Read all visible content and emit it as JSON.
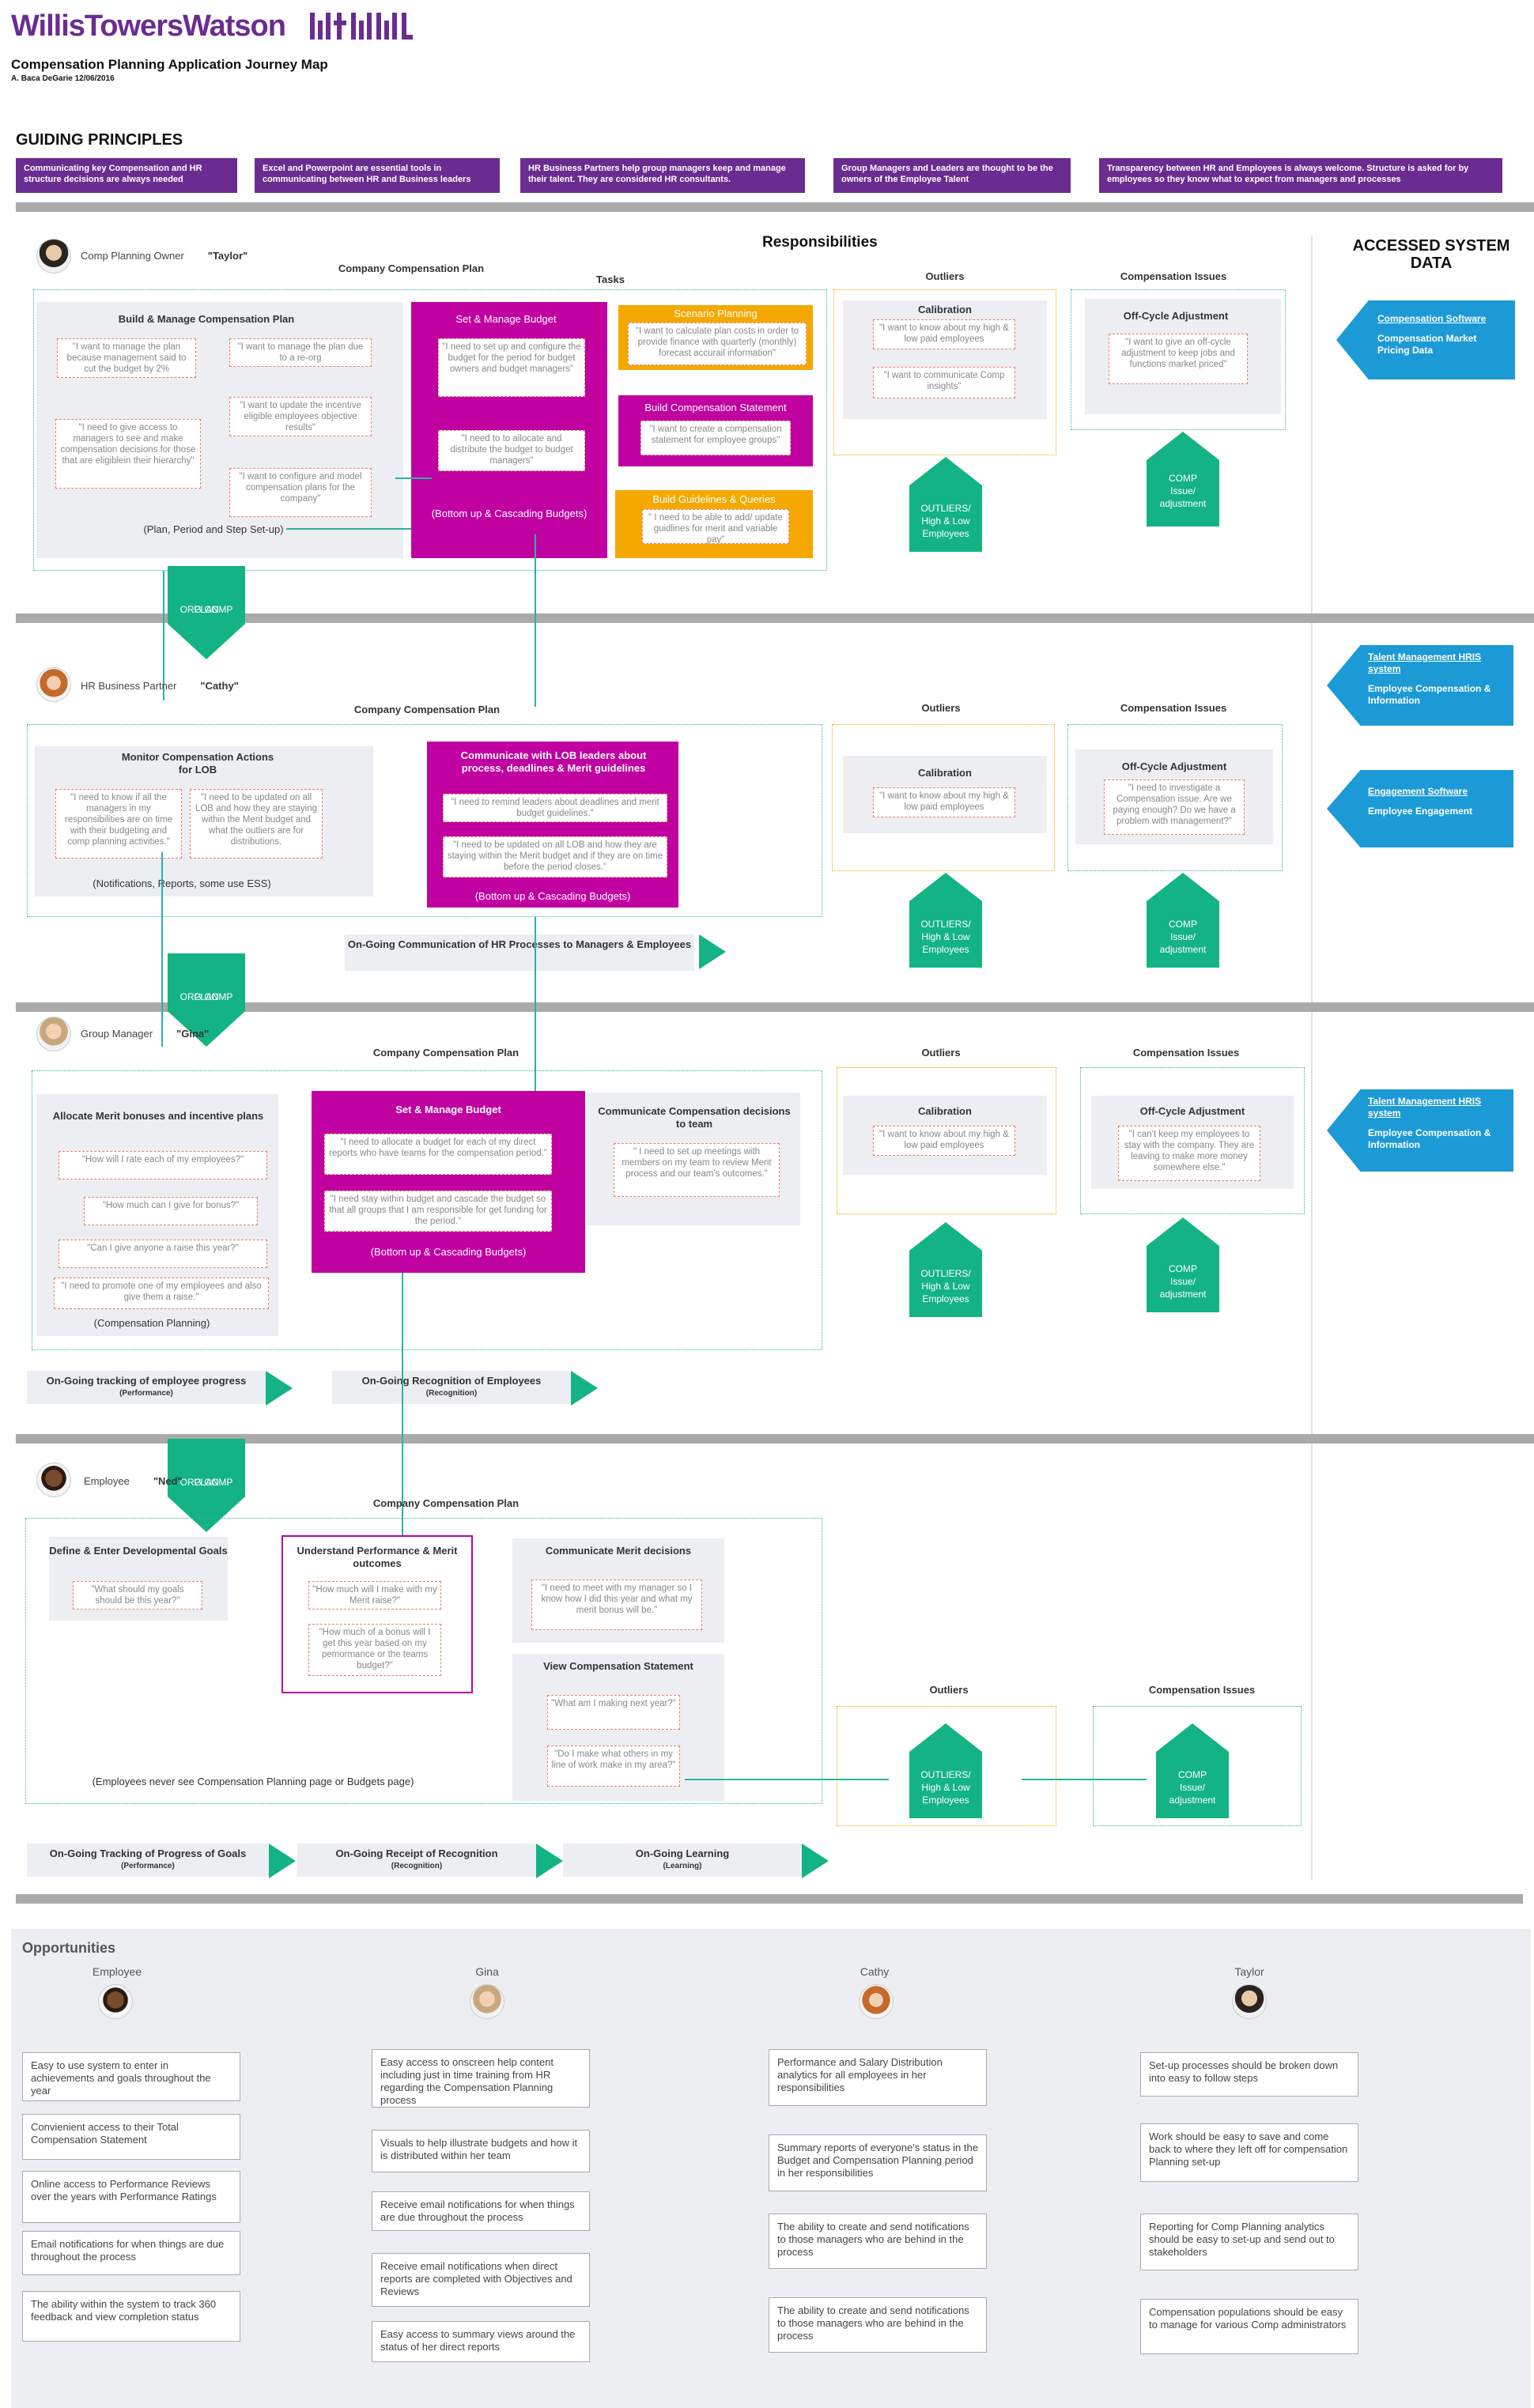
{
  "header": {
    "logo": "WillisTowersWatson",
    "title": "Compensation Planning Application Journey Map",
    "author": "A. Baca DeGarie 12/06/2016"
  },
  "guiding": {
    "title": "GUIDING PRINCIPLES",
    "items": [
      "Communicating key Compensation and HR structure decisions are always needed",
      "Excel and Powerpoint are essential tools in communicating between HR and Business leaders",
      "HR Business Partners help group managers keep and manage their talent. They are considered HR consultants.",
      "Group Managers and Leaders are thought to be the owners of the Employee Talent",
      "Transparency between HR and Employees is always welcome. Structure is asked for by employees so they know what to expect from managers and processes"
    ]
  },
  "labels": {
    "responsibilities": "Responsibilities",
    "accessed": "ACCESSED SYSTEM DATA",
    "company_plan": "Company Compensation Plan",
    "tasks": "Tasks",
    "outliers": "Outliers",
    "comp_issues": "Compensation Issues",
    "calibration": "Calibration",
    "off_cycle": "Off-Cycle Adjustment",
    "outliers_house": [
      "OUTLIERS/",
      "High & Low",
      "Employees"
    ],
    "comp_house": [
      "COMP",
      "Issue/",
      "adjustment"
    ],
    "org_comp": [
      "ORG COMP",
      "PLAN"
    ],
    "bottom_up": "(Bottom up & Cascading Budgets)"
  },
  "taylor": {
    "role": "Comp Planning Owner",
    "name": "\"Taylor\"",
    "build_title": "Build & Manage Compensation Plan",
    "build_quotes": [
      "\"I want to manage the plan because management said to cut the budget by 2%",
      "\"I want to manage the plan due to a re-org",
      "\"I want to update the incentive eligible employees objective results\"",
      "\"I need to give access to managers to see and make compensation decisions for those that are eligiblein their hierarchy\"",
      "\"I want to configure and model compensation plans for the company\""
    ],
    "build_foot": "(Plan, Period and Step Set-up)",
    "budget_title": "Set & Manage Budget",
    "budget_quotes": [
      "\"I need to set up and configure the budget for the period for budget owners and budget managers\"",
      "\"I need to to allocate and distribute the budget to budget managers\""
    ],
    "scenario_title": "Scenario Planning",
    "scenario_quote": "\"I want to calculate plan costs in order to provide finance with quarterly (monthly) forecast accurail information\"",
    "statement_title": "Build Compensation Statement",
    "statement_quote": "\"I want to create a compensation statement for employee groups\"",
    "guidelines_title": "Build Guidelines & Queries",
    "guidelines_quote": "\" I need to be able to add/ update guidlines for merit and variable pay\"",
    "calib_quotes": [
      "\"I want to know about my high & low paid employees",
      "\"I want to communicate Comp insights\""
    ],
    "offcycle_quote": "\"I want to give an off-cycle adjustment to keep jobs and functions market priced\"",
    "sys": {
      "link": "Compensation Software",
      "text": "Compensation Market Pricing Data"
    }
  },
  "cathy": {
    "role": "HR Business Partner",
    "name": "\"Cathy\"",
    "monitor_title": "Monitor Compensation Actions for LOB",
    "monitor_quotes": [
      "\"I need to know if all the managers in my responsibilities are on time with their budgeting and comp planning activities.\"",
      "\"I need to be updated on all LOB and how they are staying within the Merit budget and what the outliers are for distributions."
    ],
    "monitor_foot": "(Notifications, Reports, some use ESS)",
    "comm_title": "Communicate with LOB leaders about process, deadlines & Merit guidelines",
    "comm_quotes": [
      "\"I need to remind leaders about deadlines and merit budget guidelines.\"",
      "\"I need to be updated on all LOB and how they are staying within the Merit budget and if they are on time before the period closes.\""
    ],
    "calib_quote": "\"I want to know about my high & low paid employees",
    "offcycle_quote": "\"I need to investigate a Compensation issue. Are we paying enough? Do we have a problem with management?\"",
    "ongoing": "On-Going Communication of HR Processes to Managers & Employees",
    "sys1": {
      "link": "Talent Management HRIS system",
      "text": "Employee Compensation & Information"
    },
    "sys2": {
      "link": "Engagement Software",
      "text": "Employee Engagement"
    }
  },
  "gina": {
    "role": "Group Manager",
    "name": "\"Gina\"",
    "alloc_title": "Allocate Merit bonuses and incentive plans",
    "alloc_quotes": [
      "\"How will I rate each of my employees?\"",
      "\"How much can I give for bonus?\"",
      "\"Can I give anyone a raise this year?\"",
      "\"I need to promote one of my employees and also give them a raise.\""
    ],
    "alloc_foot": "(Compensation Planning)",
    "budget_title": "Set & Manage Budget",
    "budget_quotes": [
      "\"I need to allocate a budget for each of my direct reports who have teams for the compensation period.\"",
      "\"I need stay within budget and cascade the budget so that all groups that I am responsible for get funding for the period.\""
    ],
    "comm_title": "Communicate Compensation decisions to team",
    "comm_quote": "\" I need to set up meetings with members on my team to review Merit process and our team's outcomes.\"",
    "calib_quote": "\"I want to know about my high & low paid employees",
    "offcycle_quote": "\"I can't keep my employees to stay with the company. They are leaving to make more money somewhere else.\"",
    "track": {
      "title": "On-Going tracking of employee progress",
      "sub": "(Performance)"
    },
    "recog": {
      "title": "On-Going Recognition of Employees",
      "sub": "(Recognition)"
    },
    "sys": {
      "link": "Talent Management HRIS system",
      "text": "Employee Compensation & Information"
    }
  },
  "ned": {
    "role": "Employee",
    "name": "\"Ned\"",
    "define_title": "Define & Enter Developmental Goals",
    "define_quote": "\"What should my goals should be this year?\"",
    "understand_title": "Understand Performance & Merit outcomes",
    "understand_quotes": [
      "\"How much will I make with my Merit raise?\"",
      "\"How much of a bonus will I get this year based on my pemormance or the teams budget?\""
    ],
    "comm_title": "Communicate Merit decisions",
    "comm_quote": "\"I need to meet with my manager so I know how I did this year and what my merit bonus will be.\"",
    "view_title": "View Compensation Statement",
    "view_quotes": [
      "\"What am I making next year?\"",
      "\"Do I make what others in my line of work make in my area?\""
    ],
    "foot": "(Employees never see Compensation Planning page or Budgets page)",
    "bars": [
      {
        "title": "On-Going Tracking of Progress of Goals",
        "sub": "(Performance)"
      },
      {
        "title": "On-Going Receipt of Recognition",
        "sub": "(Recognition)"
      },
      {
        "title": "On-Going Learning",
        "sub": "(Learning)"
      }
    ]
  },
  "opportunities": {
    "title": "Opportunities",
    "columns": [
      {
        "name": "Employee",
        "cards": [
          "Easy to use system to enter in achievements and goals throughout the year",
          "Convienient access to their Total Compensation Statement",
          "Online access to Performance Reviews over the years with Performance Ratings",
          "Email notifications for when things are due throughout the process",
          "The ability within the system to track 360 feedback and view completion status"
        ]
      },
      {
        "name": "Gina",
        "cards": [
          "Easy access to onscreen help content including just in time training from HR regarding the Compensation Planning process",
          "Visuals to help illustrate budgets and how it is distributed within her team",
          "Receive email notifications for when things are due throughout the process",
          "Receive email notifications when direct reports are completed with Objectives and Reviews",
          "Easy access to summary views around the status of her direct reports"
        ]
      },
      {
        "name": "Cathy",
        "cards": [
          "Performance and Salary Distribution analytics for all employees in her responsibilities",
          "Summary reports of everyone's status in the Budget and Compensation Planning period in her responsibilities",
          "The ability to create and send notifications to those managers who are behind in the process",
          "The ability to create and send notifications to those managers who are behind in the process"
        ]
      },
      {
        "name": "Taylor",
        "cards": [
          "Set-up processes should be broken down into easy to follow steps",
          "Work should be easy to save and come back to where they left off for compensation Planning set-up",
          "Reporting for Comp Planning analytics should be easy to set-up and send out to stakeholders",
          "Compensation populations should be easy to manage for various Comp administrators"
        ]
      }
    ]
  },
  "colors": {
    "purple": "#6b2c91",
    "magenta": "#c000a0",
    "orange": "#f5a800",
    "green": "#14b384",
    "blue": "#1c9ad6",
    "teal": "#2bb3a3"
  }
}
